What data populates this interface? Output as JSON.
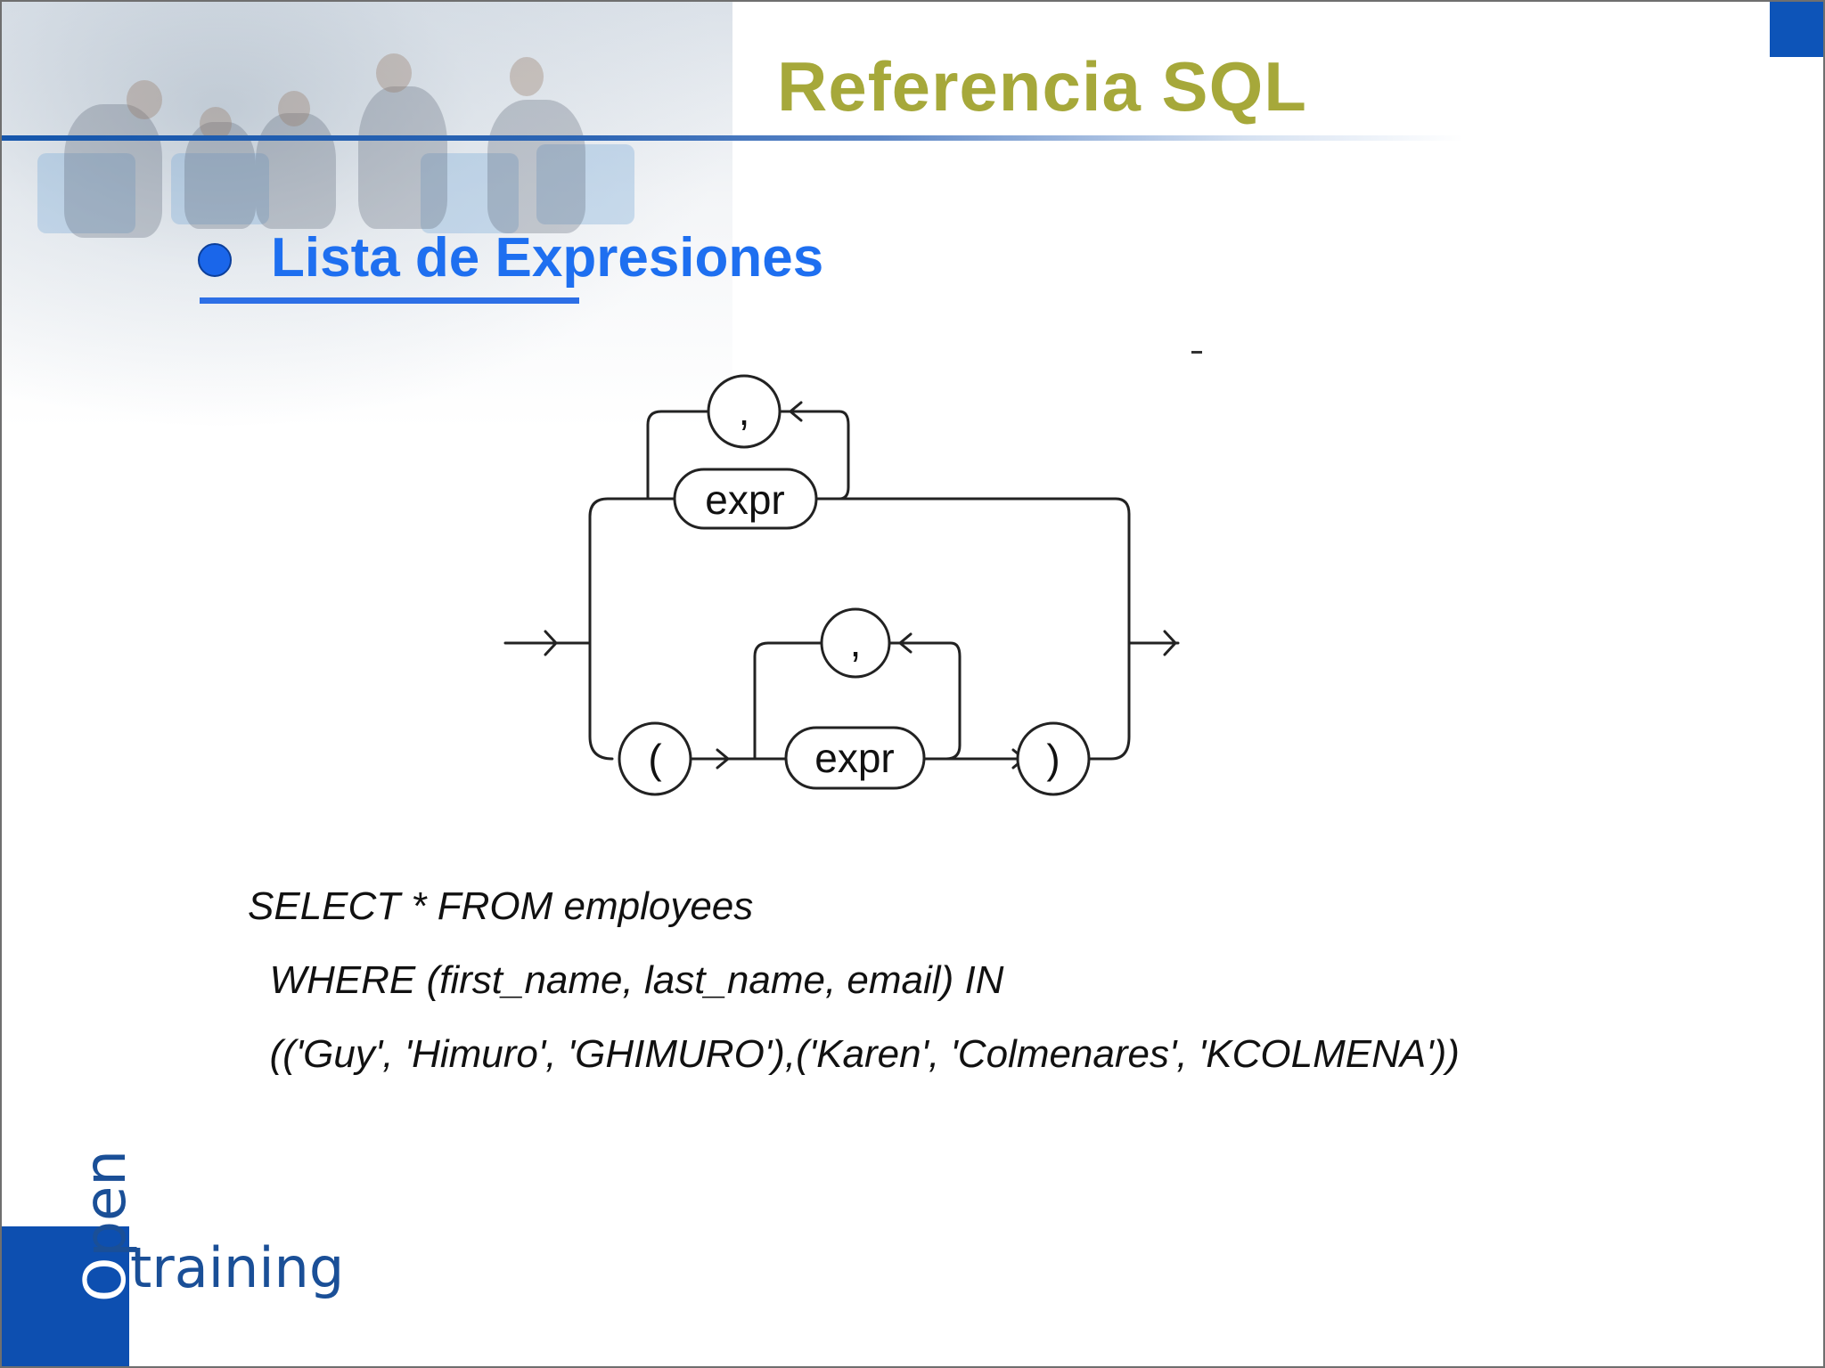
{
  "slide": {
    "title": "Referencia SQL",
    "subtitle": "Lista de Expresiones"
  },
  "diagram": {
    "upper_separator": ",",
    "upper_expr": "expr",
    "open_paren": "(",
    "lower_separator": ",",
    "lower_expr": "expr",
    "close_paren": ")"
  },
  "code": [
    "SELECT * FROM employees",
    "  WHERE (first_name, last_name, email) IN",
    "  (('Guy', 'Himuro', 'GHIMURO'),('Karen', 'Colmenares', 'KCOLMENA'))"
  ],
  "logo": {
    "open_first": "O",
    "open_rest": "pen",
    "training": "training"
  },
  "colors": {
    "title": "#a6a83a",
    "subtitle": "#1e6ff0",
    "brand_blue": "#0d4fb0"
  }
}
